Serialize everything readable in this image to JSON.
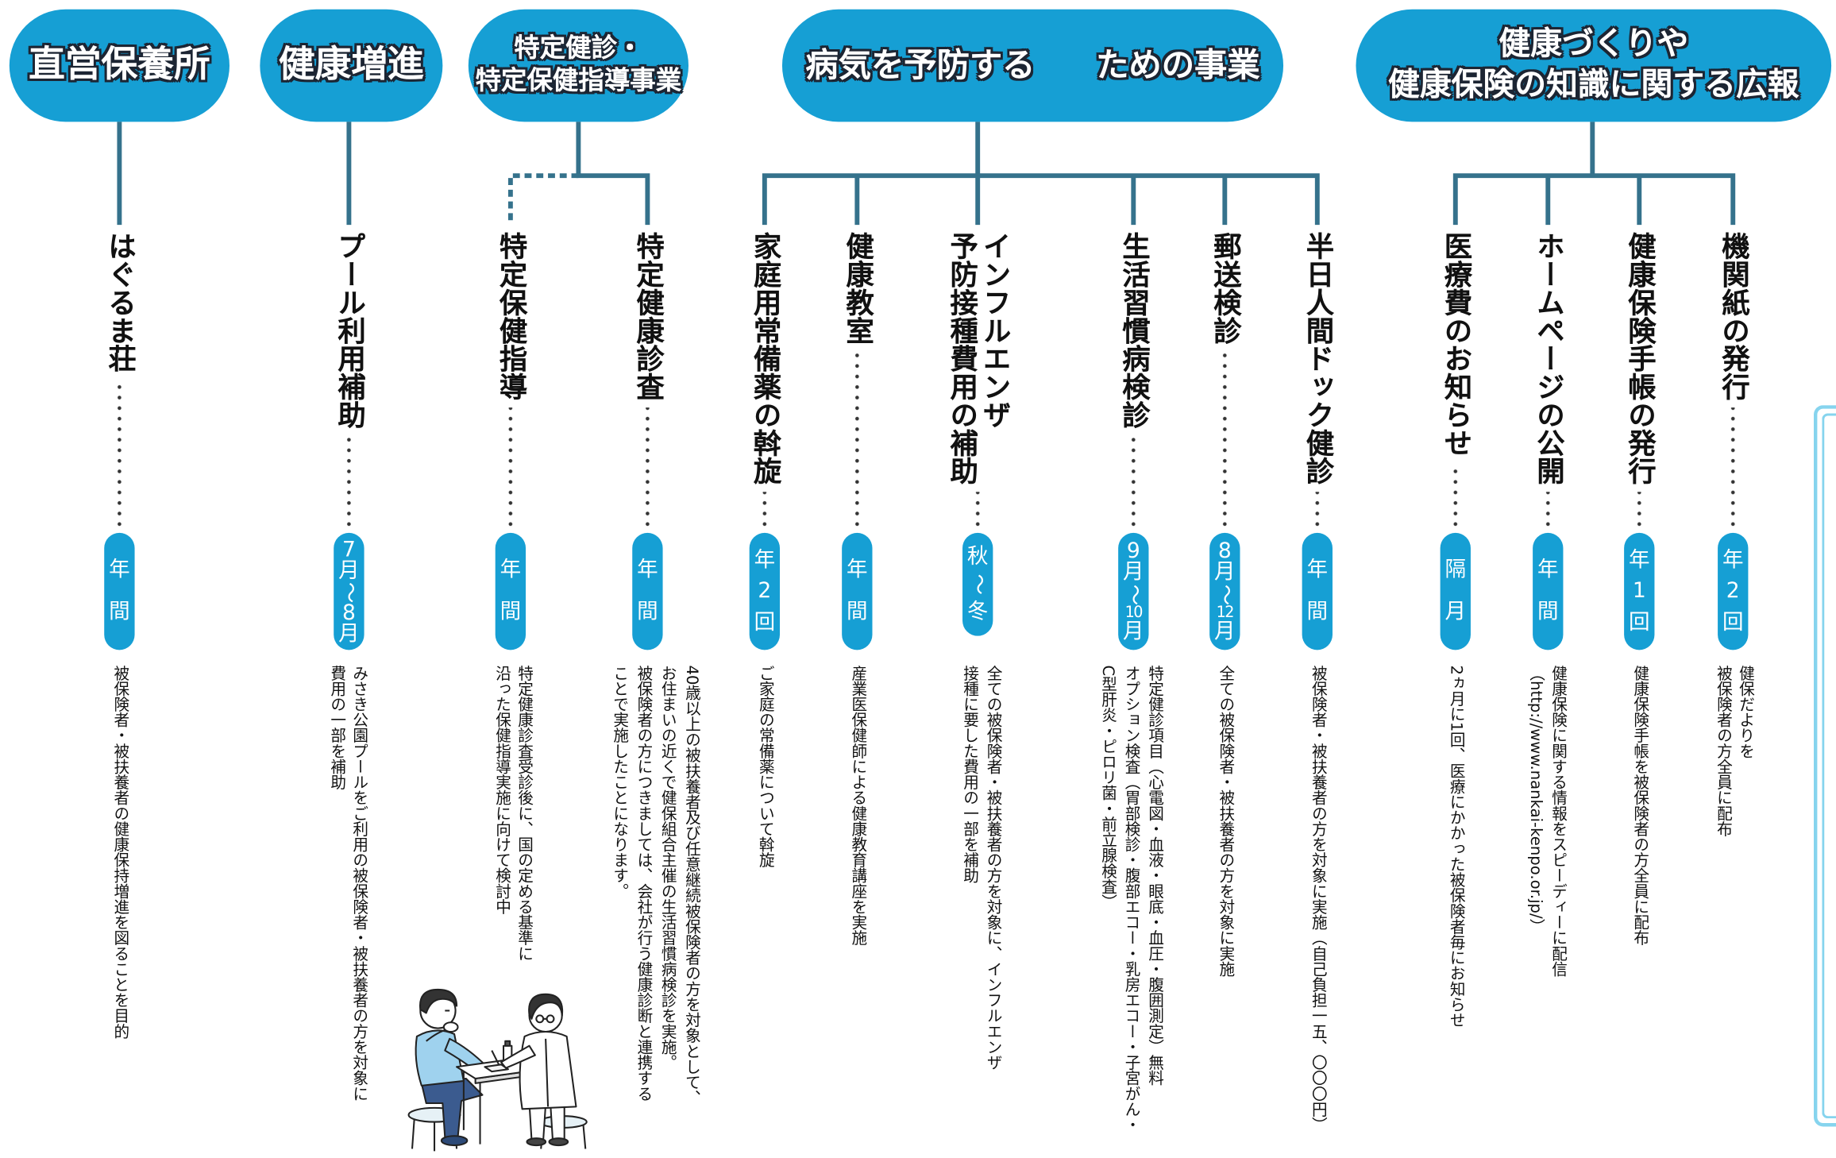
{
  "colors": {
    "pill_blue": "#169fd4",
    "connector": "#35728c",
    "side_box": "#86d4ee"
  },
  "illustration": "doctor-patient-consultation",
  "categories": [
    {
      "label": [
        "直営保養所"
      ],
      "items": [
        {
          "title": [
            "はぐるま荘"
          ],
          "period": "年間",
          "description": [
            "被保険者・被扶養者の健康保持増進を図ることを目的"
          ]
        }
      ]
    },
    {
      "label": [
        "健康増進"
      ],
      "items": [
        {
          "title": [
            "プール利用補助"
          ],
          "period": "7月〜8月",
          "description": [
            "みさき公園プールをご利用の被保険者・被扶養者の方を対象に",
            "費用の一部を補助"
          ]
        }
      ]
    },
    {
      "label": [
        "特定健診・",
        "特定保健指導事業"
      ],
      "items": [
        {
          "title": [
            "特定保健指導"
          ],
          "period": "年間",
          "description": [
            "特定健康診査受診後に、国の定める基準に",
            "沿った保健指導実施に向けて検討中"
          ]
        },
        {
          "title": [
            "特定健康診査"
          ],
          "period": "年間",
          "description": [
            "40歳以上の被扶養者及び任意継続被保険者の方を対象として、",
            "お住まいの近くで健保組合主催の生活習慣病検診を実施。",
            "被保険者の方につきましては、会社が行う健康診断と連携する",
            "ことで実施したことになります。"
          ]
        }
      ]
    },
    {
      "label": [
        "病気を予防する",
        "ための事業"
      ],
      "items": [
        {
          "title": [
            "家庭用常備薬の斡旋"
          ],
          "period": "年2回",
          "description": [
            "ご家庭の常備薬について斡旋"
          ]
        },
        {
          "title": [
            "健康教室"
          ],
          "period": "年間",
          "description": [
            "産業医保健師による健康教育講座を実施"
          ]
        },
        {
          "title": [
            "インフルエンザ",
            "予防接種費用の補助"
          ],
          "period": "秋〜冬",
          "description": [
            "全ての被保険者・被扶養者の方を対象に、インフルエンザ",
            "接種に要した費用の一部を補助"
          ]
        },
        {
          "title": [
            "生活習慣病検診"
          ],
          "period": "9月〜10月",
          "description": [
            "特定健診項目（心電図・血液・眼底・血圧・腹囲測定）無料",
            "オプション検査（胃部検診・腹部エコー・乳房エコー・子宮がん・",
            "C型肝炎・ピロリ菌・前立腺検査）"
          ]
        },
        {
          "title": [
            "郵送検診"
          ],
          "period": "8月〜12月",
          "description": [
            "全ての被保険者・被扶養者の方を対象に実施"
          ]
        },
        {
          "title": [
            "半日人間ドック健診"
          ],
          "period": "年間",
          "description": [
            "被保険者・被扶養者の方を対象に実施（自己負担一五、〇〇〇円）"
          ]
        }
      ]
    },
    {
      "label": [
        "健康づくりや",
        "健康保険の知識に関する広報"
      ],
      "items": [
        {
          "title": [
            "医療費のお知らせ"
          ],
          "period": "隔月",
          "description": [
            "2ヵ月に1回、医療にかかった被保険者毎にお知らせ"
          ]
        },
        {
          "title": [
            "ホームページの公開"
          ],
          "period": "年間",
          "description": [
            "健康保険に関する情報をスピーディーに配信",
            "（http://www.nankai-kenpo.or.jp/）"
          ]
        },
        {
          "title": [
            "健康保険手帳の発行"
          ],
          "period": "年1回",
          "description": [
            "健康保険手帳を被保険者の方全員に配布"
          ]
        },
        {
          "title": [
            "機関紙の発行"
          ],
          "period": "年2回",
          "description": [
            "健保だよりを",
            "被保険者の方全員に配布"
          ]
        }
      ]
    }
  ]
}
